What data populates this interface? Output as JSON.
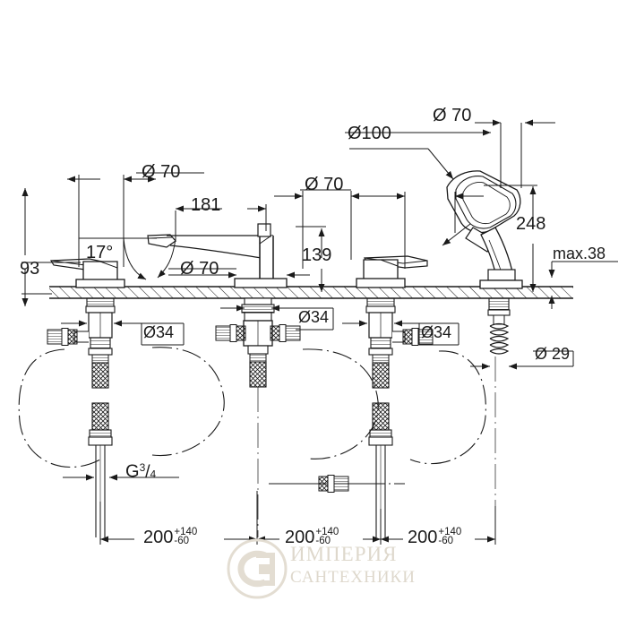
{
  "drawing": {
    "title": "Bath tub mixer 4-hole installation dimension drawing",
    "bg_color": "#ffffff",
    "line_color": "#1a1a1a",
    "watermark_color": "#ded8cc"
  },
  "dimensions": {
    "d70_left": "Ø 70",
    "d70_spout": "Ø 70",
    "d70_third": "Ø 70",
    "d70_shower": "Ø 70",
    "d100": "Ø100",
    "d34_a": "Ø34",
    "d34_b": "Ø34",
    "d34_c": "Ø34",
    "d29": "Ø 29",
    "len181": "181",
    "height93": "93",
    "height139": "139",
    "height248": "248",
    "angle17": "17°",
    "max38": "max.38",
    "thread": {
      "letter": "G",
      "numerator": "3",
      "slash": "/",
      "denominator": "4"
    }
  },
  "spacing": [
    {
      "base": "200",
      "plus": "+140",
      "minus": "-60"
    },
    {
      "base": "200",
      "plus": "+140",
      "minus": "-60"
    },
    {
      "base": "200",
      "plus": "+140",
      "minus": "-60"
    }
  ],
  "watermark": {
    "line1": "ИМПЕРИЯ",
    "line2": "САНТЕХНИКИ",
    "logo": "cs-monogram-logo"
  }
}
